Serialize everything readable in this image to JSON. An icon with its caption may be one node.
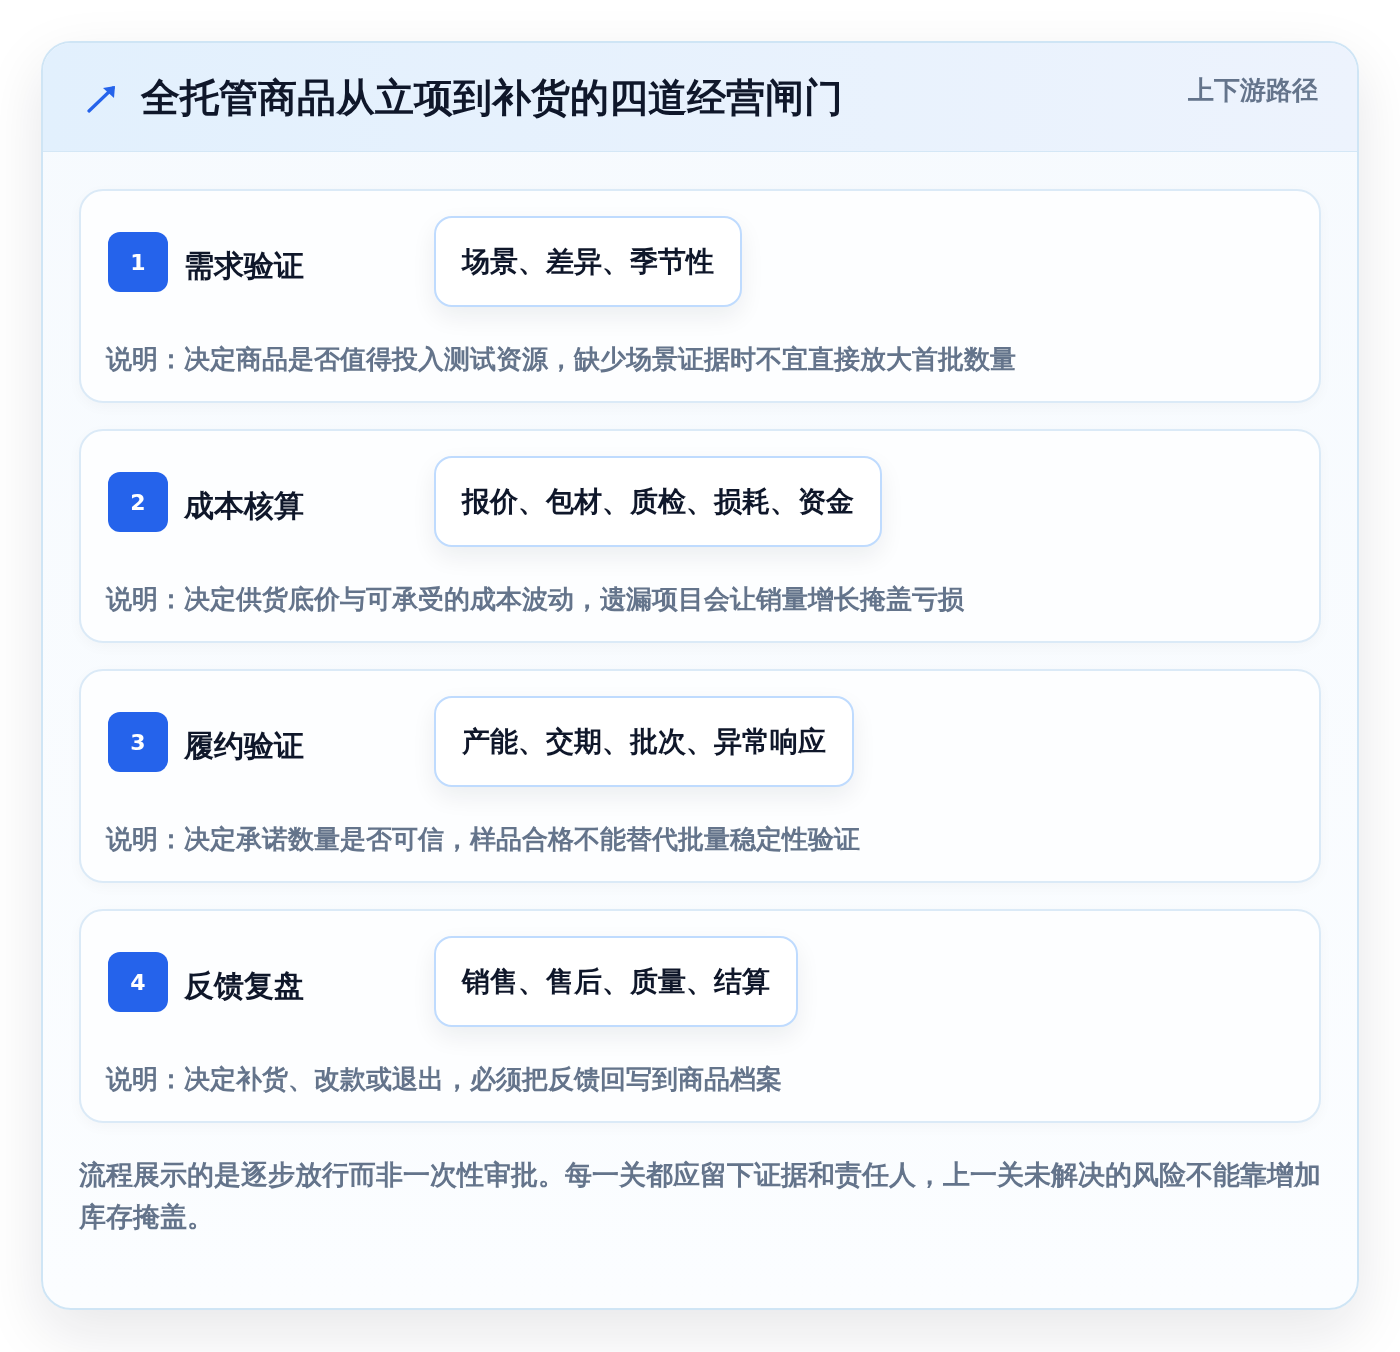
{
  "diagram": {
    "title": "全托管商品从立项到补货的四道经营闸门",
    "nodes": [
      {
        "text": [
          "需求验证",
          "说明：决定商品是否值得投入测试资源，缺少场景证据时不宜直接放大首批数量"
        ]
      },
      {
        "text": [
          "1"
        ],
        "in": 0
      },
      {
        "text": [
          "场景、差异、季节性"
        ],
        "in": 0
      },
      {
        "text": [
          "成本核算",
          "说明：决定供货底价与可承受的成本波动，遗漏项目会让销量增长掩盖亏损"
        ]
      },
      {
        "text": [
          "2"
        ],
        "in": 3
      },
      {
        "text": [
          "报价、包材、质检、损耗、资金"
        ],
        "in": 3
      },
      {
        "text": [
          "履约验证",
          "说明：决定承诺数量是否可信，样品合格不能替代批量稳定性验证"
        ]
      },
      {
        "text": [
          "3"
        ],
        "in": 6
      },
      {
        "text": [
          "产能、交期、批次、异常响应"
        ],
        "in": 6
      },
      {
        "text": [
          "反馈复盘",
          "说明：决定补货、改款或退出，必须把反馈回写到商品档案"
        ]
      },
      {
        "text": [
          "4"
        ],
        "in": 9
      },
      {
        "text": [
          "销售、售后、质量、结算"
        ],
        "in": 9
      }
    ],
    "labels": [
      "上下游路径",
      "流程展示的是逐步放行而非一次性审批。每一关都应留下证据和责任人，上一关未解决的风险不能靠增加库存掩盖。"
    ]
  }
}
